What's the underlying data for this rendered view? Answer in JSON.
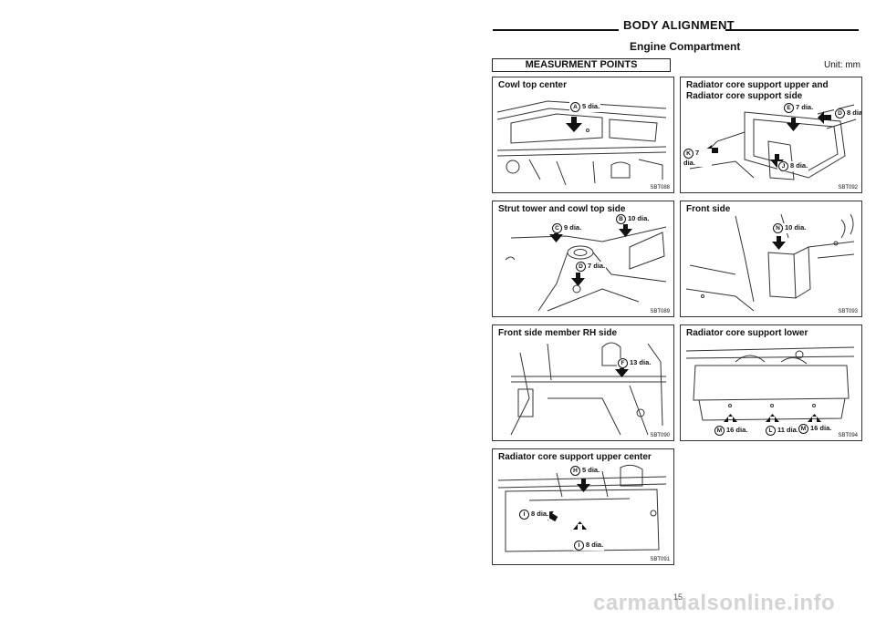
{
  "header": {
    "title": "BODY ALIGNMENT",
    "subtitle": "Engine Compartment"
  },
  "section": {
    "title": "MEASURMENT POINTS",
    "unit": "Unit: mm"
  },
  "figures": [
    {
      "caption": "Cowl top center",
      "code": "SBT088",
      "labels": [
        {
          "letter": "A",
          "text": "5 dia."
        }
      ]
    },
    {
      "caption": "Radiator core support upper and\nRadiator core support side",
      "code": "SBT092",
      "labels": [
        {
          "letter": "E",
          "text": "7 dia."
        },
        {
          "letter": "D",
          "text": "8 dia."
        },
        {
          "letter": "K",
          "text": "7 dia."
        },
        {
          "letter": "J",
          "text": "8 dia."
        }
      ]
    },
    {
      "caption": "Strut tower and cowl top side",
      "code": "SBT089",
      "labels": [
        {
          "letter": "B",
          "text": "10 dia."
        },
        {
          "letter": "C",
          "text": "9 dia."
        },
        {
          "letter": "D",
          "text": "7 dia."
        }
      ]
    },
    {
      "caption": "Front side",
      "code": "SBT093",
      "labels": [
        {
          "letter": "N",
          "text": "10 dia."
        }
      ]
    },
    {
      "caption": "Front side member RH side",
      "code": "SBT090",
      "labels": [
        {
          "letter": "F",
          "text": "13 dia."
        }
      ]
    },
    {
      "caption": "Radiator core support lower",
      "code": "SBT094",
      "labels": [
        {
          "letter": "M",
          "text": "16 dia."
        },
        {
          "letter": "L",
          "text": "11 dia."
        },
        {
          "letter": "M",
          "text": "16 dia."
        }
      ]
    },
    {
      "caption": "Radiator core support upper center",
      "code": "SBT091",
      "labels": [
        {
          "letter": "H",
          "text": "5 dia."
        },
        {
          "letter": "I",
          "text": "8 dia."
        },
        {
          "letter": "I",
          "text": "8 dia."
        }
      ]
    }
  ],
  "footer": {
    "page_number": "15",
    "watermark": "carmanualsonline.info"
  }
}
